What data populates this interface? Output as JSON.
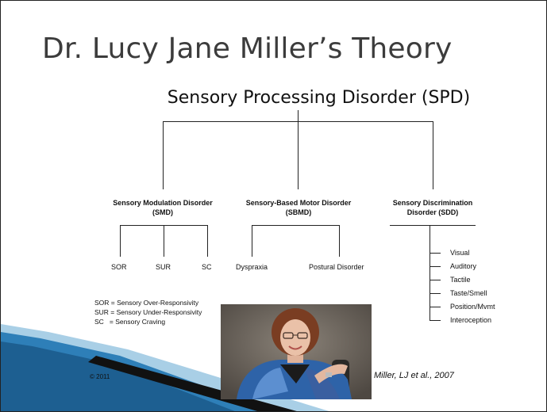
{
  "slide": {
    "title": "Dr. Lucy Jane Miller’s Theory",
    "root": "Sensory Processing Disorder (SPD)",
    "branches": [
      {
        "line1": "Sensory Modulation Disorder",
        "line2": "(SMD)",
        "children": [
          "SOR",
          "SUR",
          "SC"
        ]
      },
      {
        "line1": "Sensory-Based Motor Disorder",
        "line2": "(SBMD)",
        "children": [
          "Dyspraxia",
          "Postural Disorder"
        ]
      },
      {
        "line1": "Sensory Discrimination",
        "line2": "Disorder (SDD)",
        "children": [
          "Visual",
          "Auditory",
          "Tactile",
          "Taste/Smell",
          "Position/Mvmt",
          "Interoception"
        ]
      }
    ],
    "legend": [
      "SOR = Sensory Over-Responsivity",
      "SUR = Sensory Under-Responsivity",
      "SC   = Sensory Craving"
    ],
    "copyright": "© 2011",
    "citation": "Miller, LJ et al., 2007"
  },
  "colors": {
    "title": "#3c3c3c",
    "swoosh_blue": "#2e7fb8",
    "swoosh_light": "#a9cfe6",
    "swoosh_dark": "#111111"
  }
}
